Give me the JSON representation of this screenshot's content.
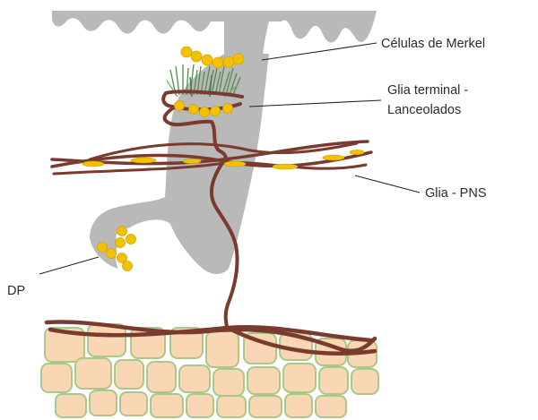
{
  "labels": {
    "merkel": "Células de Merkel",
    "glia_terminal_line1": "Glia terminal -",
    "glia_terminal_line2": "Lanceolados",
    "glia_pns": "Glia - PNS",
    "dp": "DP"
  },
  "colors": {
    "follicle_gray": "#b9b9b9",
    "nerve_brown": "#7a3a2e",
    "merkel_yellow": "#f2c200",
    "lanceolate_green": "#4f8f4a",
    "adipocyte_fill": "#f9d6b4",
    "adipocyte_outline": "#a9c98a"
  }
}
